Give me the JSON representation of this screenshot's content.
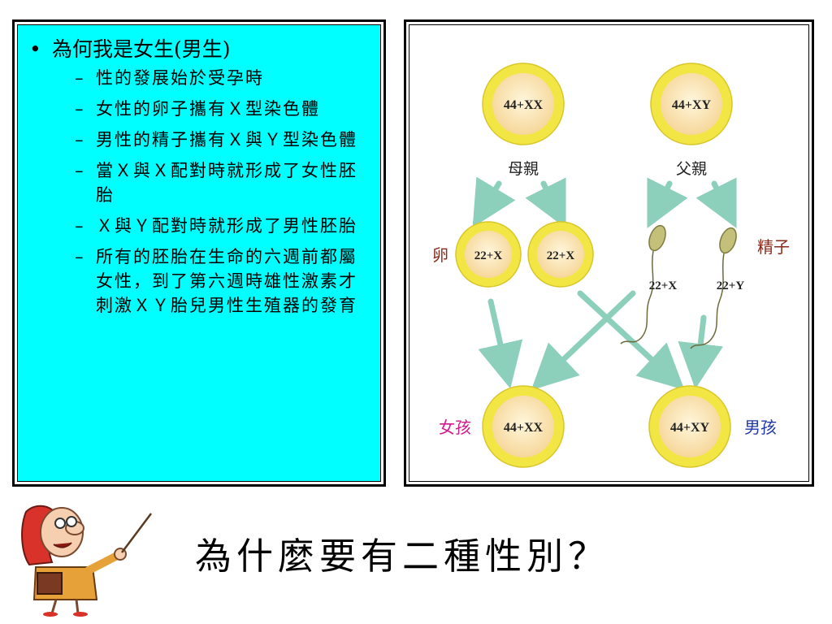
{
  "text_panel": {
    "heading": "為何我是女生(男生)",
    "points": [
      "性的發展始於受孕時",
      "女性的卵子攜有Ｘ型染色體",
      "男性的精子攜有Ｘ與Ｙ型染色體",
      "當Ｘ與Ｘ配對時就形成了女性胚胎",
      "Ｘ與Ｙ配對時就形成了男性胚胎",
      "所有的胚胎在生命的六週前都屬女性，到了第六週時雄性激素才刺激ＸＹ胎兒男性生殖器的發育"
    ]
  },
  "diagram": {
    "mother_cell": "44+XX",
    "father_cell": "44+XY",
    "mother_label": "母親",
    "father_label": "父親",
    "egg_label": "卵",
    "egg_cells": [
      "22+X",
      "22+X"
    ],
    "sperm_label": "精子",
    "sperm_cells": [
      "22+X",
      "22+Y"
    ],
    "girl_cell": "44+XX",
    "boy_cell": "44+XY",
    "girl_label": "女孩",
    "boy_label": "男孩",
    "colors": {
      "cell_outer": "#f2e645",
      "cell_inner": "#fbe7b5",
      "arrow": "#8ccfbb",
      "egg_label": "#8b2a1a",
      "sperm_label": "#8b2a1a",
      "girl_label": "#d4198a",
      "boy_label": "#1f3aa8"
    }
  },
  "question": "為什麼要有二種性別？",
  "teacher_icon": "teacher-pointing-icon"
}
